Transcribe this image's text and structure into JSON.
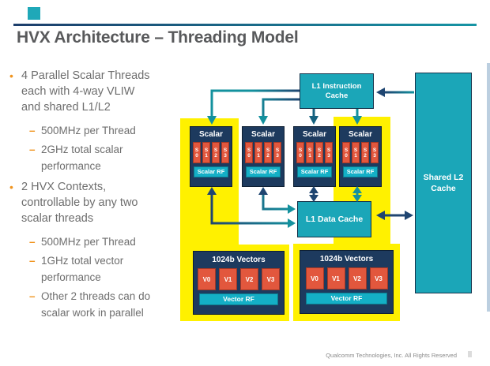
{
  "slide": {
    "title": "HVX Architecture – Threading Model",
    "footer": "Qualcomm Technologies, Inc. All Rights Reserved"
  },
  "icons": {
    "bullet": "•",
    "dash": "–"
  },
  "bullets": {
    "b1_lines": [
      "4 Parallel Scalar Threads",
      "each with 4-way VLIW",
      "and shared L1/L2"
    ],
    "b1_sub1": "500MHz per Thread",
    "b1_sub2_lines": [
      "2GHz total scalar",
      "performance"
    ],
    "b2_lines": [
      "2 HVX Contexts,",
      "controllable by any two",
      "scalar threads"
    ],
    "b2_sub1": "500MHz per Thread",
    "b2_sub2_lines": [
      "1GHz total vector",
      "performance"
    ],
    "b2_sub3_lines": [
      "Other 2 threads can do",
      "scalar work in parallel"
    ]
  },
  "diagram": {
    "l1_instruction_cache": "L1 Instruction Cache",
    "l1_data_cache": "L1 Data Cache",
    "shared_l2_cache": "Shared L2 Cache",
    "scalar": {
      "title": "Scalar",
      "slot_letter": "S",
      "slot_digits": [
        "0",
        "1",
        "2",
        "3"
      ],
      "rf": "Scalar RF"
    },
    "vector": {
      "title": "1024b Vectors",
      "regs": [
        "V0",
        "V1",
        "V2",
        "V3"
      ],
      "rf": "Vector RF"
    }
  },
  "colors": {
    "box_teal": "#1BA6B8",
    "box_navy": "#1D3A5E",
    "tile_orange": "#E2573D",
    "rf_cyan": "#14AFC6",
    "highlight_yellow": "#FFF100",
    "arrow_navy": "#1F4571",
    "arrow_teal": "#13919E",
    "bullet_orange": "#F0941F",
    "text_gray": "#6E6E6E"
  }
}
